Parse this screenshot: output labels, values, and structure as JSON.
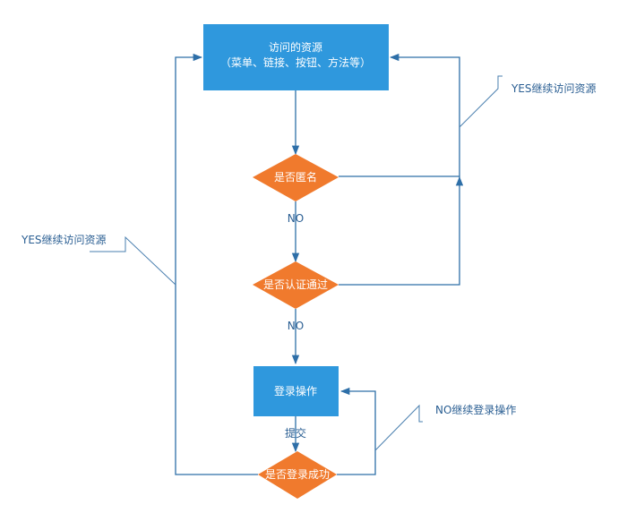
{
  "nodes": {
    "resource": {
      "line1": "访问的资源",
      "line2": "（菜单、链接、按钮、方法等）"
    },
    "anonymous": {
      "label": "是否匿名"
    },
    "authenticated": {
      "label": "是否认证通过"
    },
    "login": {
      "label": "登录操作"
    },
    "login_success": {
      "label": "是否登录成功"
    }
  },
  "edge_labels": {
    "no_1": "NO",
    "no_2": "NO",
    "submit": "提交"
  },
  "callouts": {
    "right_yes": "YES继续访问资源",
    "left_yes": "YES继续访问资源",
    "no_login": "NO继续登录操作"
  },
  "colors": {
    "process": "#2f98dd",
    "decision": "#f07a2d",
    "line": "#2e6fa8",
    "callout_line": "#4a7faf",
    "node_text": "#ffffff",
    "label_text": "#2b5f93"
  }
}
